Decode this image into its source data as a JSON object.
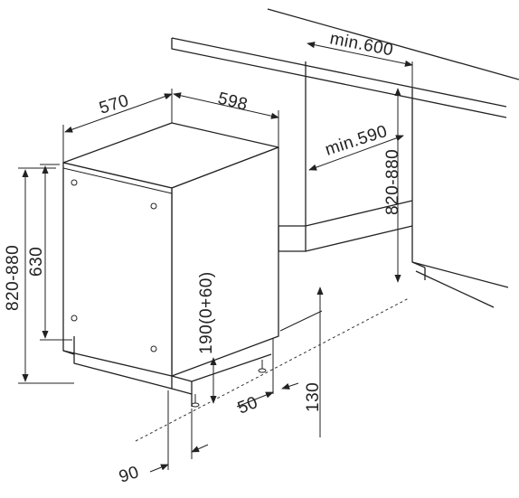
{
  "dimensions": {
    "cabinet_depth": "570",
    "appliance_width": "598",
    "niche_width": "min.600",
    "niche_depth": "min.590",
    "niche_height": "820-880",
    "overall_height": "820-880",
    "door_height": "630",
    "plinth_height": "190(0+60)",
    "foot_offset": "50",
    "plinth_depth": "130",
    "door_setback": "90"
  },
  "colors": {
    "line": "#222222",
    "background": "#ffffff"
  }
}
